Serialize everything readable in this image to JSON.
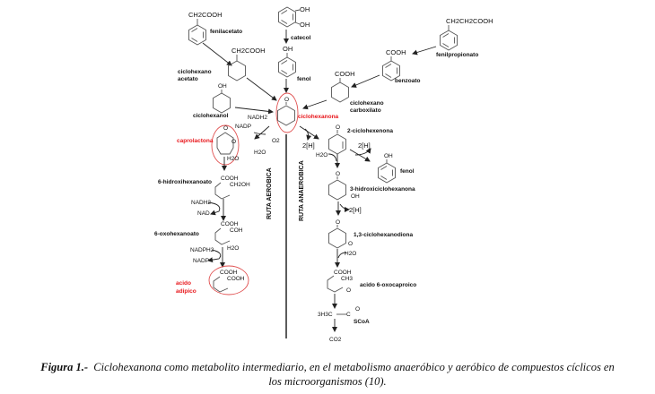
{
  "compounds": {
    "fenilacetato": {
      "label": "fenilacetato",
      "formula": "CH2COOH"
    },
    "catecol": {
      "label": "catecol",
      "substituents": [
        "OH",
        "OH"
      ]
    },
    "fenilpropionato": {
      "label": "fenilpropionato",
      "formula": "CH2CH2COOH"
    },
    "ciclohexano_acetato": {
      "label_line1": "ciclohexano",
      "label_line2": "acetato",
      "formula": "CH2COOH"
    },
    "fenol_top": {
      "label": "fenol",
      "substituent": "OH"
    },
    "benzoato": {
      "label": "benzoato",
      "formula": "COOH"
    },
    "ciclohexano_carboxilato": {
      "label_line1": "ciclohexano",
      "label_line2": "carboxilato",
      "formula": "COOH"
    },
    "ciclohexanol": {
      "label": "ciclohexanol",
      "substituent": "OH"
    },
    "ciclohexanona": {
      "label": "ciclohexanona",
      "substituent": "O"
    },
    "caprolactona": {
      "label": "caprolactona",
      "substituent": "O"
    },
    "hidroxihexanoato": {
      "label": "6-hidroxihexanoato",
      "formula_1": "COOH",
      "formula_2": "CH2OH"
    },
    "oxohexanoato": {
      "label": "6-oxohexanoato",
      "formula_1": "COOH",
      "formula_2": "COH"
    },
    "acido_adipico": {
      "label_line1": "acido",
      "label_line2": "adipico",
      "formula_1": "COOH",
      "formula_2": "COOH"
    },
    "ciclohexenona": {
      "label": "2-ciclohexenona",
      "substituent": "O"
    },
    "fenol_right": {
      "label": "fenol",
      "substituent": "OH"
    },
    "hidroxiciclohexanona": {
      "label": "3-hidroxiciclohexanona",
      "substituent_1": "O",
      "substituent_2": "OH"
    },
    "ciclohexanodiona": {
      "label": "1,3-ciclohexanodiona",
      "substituent_1": "O",
      "substituent_2": "O"
    },
    "oxocaproico": {
      "label": "acido 6-oxocaproico",
      "formula_1": "COOH",
      "formula_2": "CH3",
      "substituent": "O"
    },
    "acetyl_coa": {
      "left": "3H3C",
      "bond": "C",
      "o": "O",
      "scoa": "SCoA"
    },
    "co2": {
      "label": "CO2"
    }
  },
  "cofactors": {
    "nadh2_top": "NADH2",
    "nadp_top": "NADP",
    "o2": "O2",
    "h2o_left": "H2O",
    "h2o_caprolactona": "H2O",
    "two_h_1": "2[H]",
    "two_h_2": "2[H]",
    "two_h_3": "2[H]",
    "h2o_right_1": "H2O",
    "h2o_right_2": "H2O",
    "nadh2_mid": "NADH2",
    "nad": "NAD",
    "nadph2": "NADPH2",
    "h2o_mid": "H2O",
    "nadp_bottom": "NADP"
  },
  "routes": {
    "aerobic": "RUTA AEROBICA",
    "anaerobic": "RUTA ANAEROBICA"
  },
  "caption": {
    "prefix": "Figura 1.-",
    "line1": "Ciclohexanona como metabolito intermediario,  en el metabolismo anaeróbico y aeróbico de compuestos cíclicos en",
    "line2": "los microorganismos (10)."
  },
  "colors": {
    "highlight": "#e8161b",
    "circle": "#e05050"
  }
}
